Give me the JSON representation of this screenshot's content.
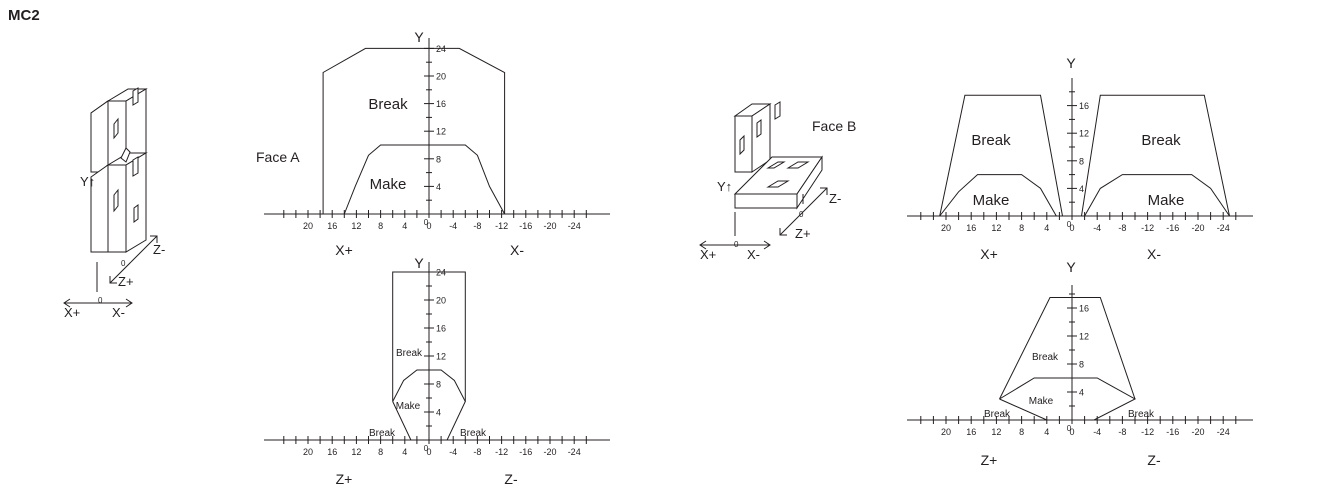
{
  "page": {
    "title": "MC2"
  },
  "labels": {
    "y": "Y",
    "x_plus": "X+",
    "x_minus": "X-",
    "z_plus": "Z+",
    "z_minus": "Z-",
    "zero": "0",
    "y_arrow": "Y↑",
    "face_a": "Face A",
    "face_b": "Face B",
    "break": "Break",
    "make": "Make"
  },
  "chart_data": [
    {
      "type": "area",
      "id": "face-a-x",
      "xlabel_left": "X+",
      "xlabel_right": "X-",
      "ylabel": "Y",
      "x_ticks": [
        20,
        16,
        12,
        8,
        4,
        0,
        -4,
        -8,
        -12,
        -16,
        -20,
        -24
      ],
      "y_ticks": [
        4,
        8,
        12,
        16,
        20,
        24
      ],
      "xlim": [
        24,
        -27
      ],
      "ylim": [
        0,
        25
      ],
      "series": [
        {
          "name": "Break",
          "points": [
            [
              17.5,
              0
            ],
            [
              17.5,
              20.5
            ],
            [
              10.5,
              24
            ],
            [
              -5,
              24
            ],
            [
              -12.5,
              20.5
            ],
            [
              -12.5,
              0
            ]
          ]
        },
        {
          "name": "Make",
          "points": [
            [
              14,
              0
            ],
            [
              12.2,
              4
            ],
            [
              10,
              8.5
            ],
            [
              8,
              10
            ],
            [
              -6,
              10
            ],
            [
              -8,
              8.5
            ],
            [
              -10,
              4
            ],
            [
              -12.5,
              0
            ]
          ]
        }
      ]
    },
    {
      "type": "area",
      "id": "face-a-z",
      "xlabel_left": "Z+",
      "xlabel_right": "Z-",
      "ylabel": "Y",
      "x_ticks": [
        20,
        16,
        12,
        8,
        4,
        0,
        -4,
        -8,
        -12,
        -16,
        -20,
        -24
      ],
      "y_ticks": [
        4,
        8,
        12,
        16,
        20,
        24
      ],
      "xlim": [
        24,
        -27
      ],
      "ylim": [
        0,
        25
      ],
      "series": [
        {
          "name": "Break",
          "points": [
            [
              6,
              5.5
            ],
            [
              6,
              24
            ],
            [
              -6,
              24
            ],
            [
              -6,
              5.5
            ]
          ]
        },
        {
          "name": "Make",
          "points": [
            [
              6,
              5.5
            ],
            [
              4.2,
              8.5
            ],
            [
              2,
              10
            ],
            [
              -2,
              10
            ],
            [
              -4.2,
              8.5
            ],
            [
              -6,
              5.5
            ],
            [
              -3,
              0
            ],
            [
              3,
              0
            ],
            [
              6,
              5.5
            ]
          ]
        }
      ]
    },
    {
      "type": "area",
      "id": "face-b-x",
      "xlabel_left": "X+",
      "xlabel_right": "X-",
      "ylabel": "Y",
      "x_ticks": [
        20,
        16,
        12,
        8,
        4,
        0,
        -4,
        -8,
        -12,
        -16,
        -20,
        -24
      ],
      "y_ticks": [
        4,
        8,
        12,
        16
      ],
      "xlim": [
        24,
        -27
      ],
      "ylim": [
        0,
        19
      ],
      "series": [
        {
          "name": "Break",
          "points": [
            [
              21,
              0
            ],
            [
              17,
              17.5
            ],
            [
              5,
              17.5
            ],
            [
              1.5,
              0
            ]
          ]
        },
        {
          "name": "Make",
          "points": [
            [
              21,
              0
            ],
            [
              18,
              3.5
            ],
            [
              15,
              6
            ],
            [
              8,
              6
            ],
            [
              5,
              4
            ],
            [
              2.5,
              0
            ]
          ]
        },
        {
          "name": "Break",
          "points": [
            [
              -1.5,
              0
            ],
            [
              -4.5,
              17.5
            ],
            [
              -21,
              17.5
            ],
            [
              -25,
              0
            ]
          ]
        },
        {
          "name": "Make",
          "points": [
            [
              -2,
              0
            ],
            [
              -4.5,
              4
            ],
            [
              -8,
              6
            ],
            [
              -19,
              6
            ],
            [
              -22,
              4
            ],
            [
              -25,
              0
            ]
          ]
        }
      ]
    },
    {
      "type": "area",
      "id": "face-b-z",
      "xlabel_left": "Z+",
      "xlabel_right": "Z-",
      "ylabel": "Y",
      "x_ticks": [
        20,
        16,
        12,
        8,
        4,
        0,
        -4,
        -8,
        -12,
        -16,
        -20,
        -24
      ],
      "y_ticks": [
        4,
        8,
        12,
        16
      ],
      "xlim": [
        24,
        -27
      ],
      "ylim": [
        0,
        19
      ],
      "series": [
        {
          "name": "Break",
          "points": [
            [
              11.5,
              3
            ],
            [
              3.5,
              17.5
            ],
            [
              -4.5,
              17.5
            ],
            [
              -10,
              3
            ]
          ]
        },
        {
          "name": "Make",
          "points": [
            [
              11.5,
              3
            ],
            [
              6,
              6
            ],
            [
              -4,
              6
            ],
            [
              -10,
              3
            ],
            [
              -3.5,
              0
            ],
            [
              4,
              0
            ],
            [
              11.5,
              3
            ]
          ]
        }
      ]
    }
  ]
}
